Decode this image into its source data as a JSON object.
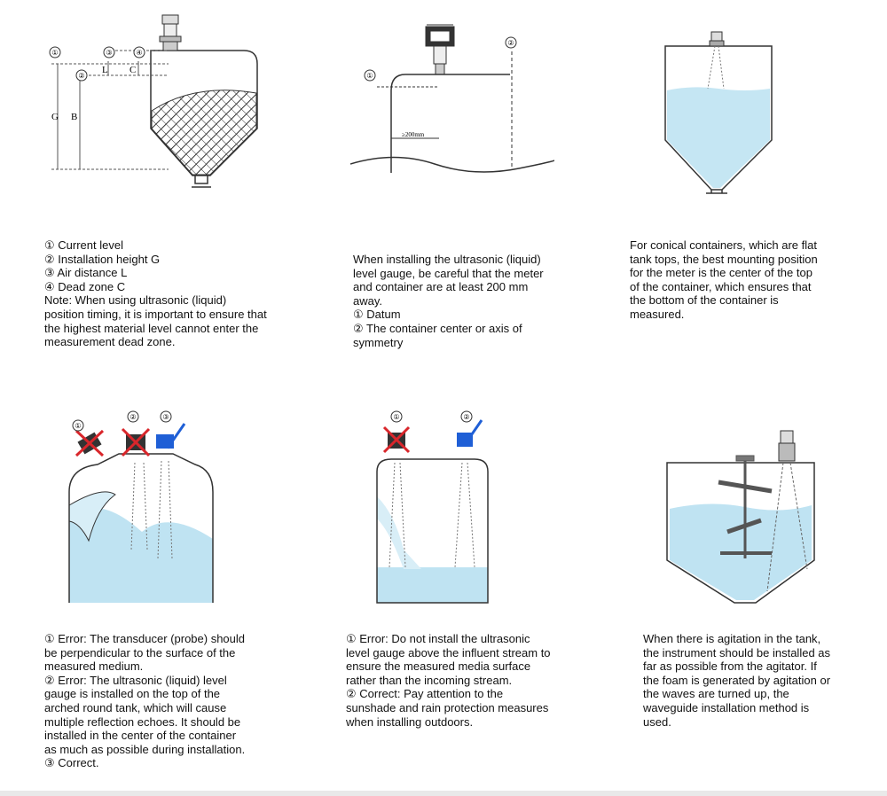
{
  "panels": [
    {
      "labels": {
        "n1": "①",
        "n2": "②",
        "n3": "③",
        "n4": "④",
        "G": "G",
        "B": "B",
        "L": "L",
        "C": "C"
      },
      "lines": [
        "① Current level",
        "② Installation height G",
        "③ Air distance L",
        "④ Dead zone C",
        "Note: When using ultrasonic (liquid)",
        "position timing, it is important to ensure that",
        "the highest material level cannot enter the",
        "measurement dead zone."
      ]
    },
    {
      "labels": {
        "n1": "①",
        "n2": "②",
        "dist": "≥200mm"
      },
      "lines": [
        "When installing the ultrasonic (liquid)",
        "level gauge, be careful that the meter",
        "and container are at least 200 mm",
        "away.",
        "① Datum",
        "② The container center or axis of",
        "symmetry"
      ]
    },
    {
      "lines": [
        "For conical containers, which are flat",
        "tank tops, the best mounting position",
        "for the meter is the center of the top",
        "of the container, which ensures that",
        "the bottom of the container is",
        "measured."
      ]
    },
    {
      "labels": {
        "n1": "①",
        "n2": "②",
        "n3": "③"
      },
      "lines": [
        "① Error: The transducer (probe) should",
        "be perpendicular to the surface of the",
        "measured medium.",
        "② Error: The ultrasonic (liquid) level",
        "gauge is installed on the top of the",
        "arched round tank, which will cause",
        "multiple reflection echoes. It should be",
        "installed in the center of the container",
        "as much as possible during installation.",
        "③ Correct."
      ]
    },
    {
      "labels": {
        "n1": "①",
        "n2": "②"
      },
      "lines": [
        "① Error: Do not install the ultrasonic",
        "level gauge above the influent stream to",
        "ensure the measured media surface",
        "rather than the incoming stream.",
        "② Correct: Pay attention to the",
        "sunshade and rain protection measures",
        "when installing outdoors."
      ]
    },
    {
      "lines": [
        "When there is agitation in the tank,",
        "the instrument should be installed as",
        "far as possible from the agitator. If",
        "the foam is generated by agitation or",
        "the waves are turned up, the",
        "waveguide installation method is",
        "used."
      ]
    }
  ],
  "colors": {
    "liquid": "#bfe3f2",
    "error": "#d9262b",
    "correct": "#1f5fd6",
    "line": "#333333"
  }
}
